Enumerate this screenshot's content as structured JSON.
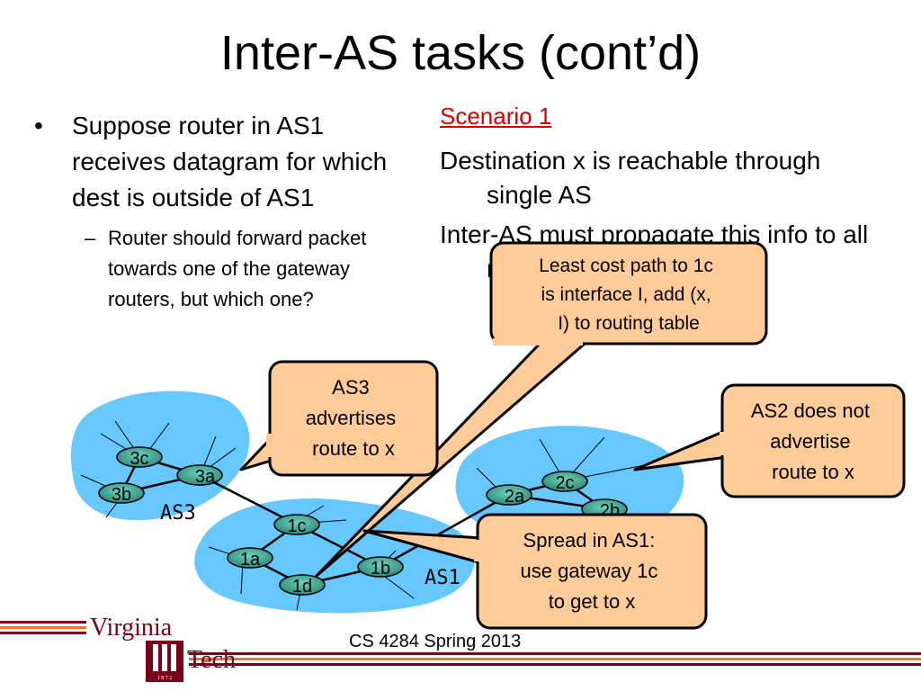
{
  "slide": {
    "title": "Inter-AS tasks (cont’d)",
    "bullet_main": "Suppose router in AS1 receives datagram for which dest is outside of AS1",
    "bullet_sub": "Router should forward packet towards one of the gateway routers, but which one?",
    "scenario_label": "Scenario 1",
    "scenario_line1": "Destination x is reachable through single AS",
    "scenario_line2": "Inter-AS must propagate this info to all routers in AS1",
    "bullet_mark": "•",
    "dash_mark": "–"
  },
  "diagram": {
    "as_labels": {
      "as3": "AS3",
      "as1": "AS1"
    },
    "routers": {
      "r3c": "3c",
      "r3a": "3a",
      "r3b": "3b",
      "r1c": "1c",
      "r1a": "1a",
      "r1b": "1b",
      "r1d": "1d",
      "r2a": "2a",
      "r2c": "2c",
      "r2b": "2b"
    },
    "callouts": {
      "least_cost": [
        "Least cost path to 1c",
        "is interface I, add (x,",
        "I) to routing table"
      ],
      "as3_adv": [
        "AS3",
        "advertises",
        "route to x"
      ],
      "as2_no": [
        "AS2 does not",
        "advertise",
        "route to x"
      ],
      "spread": [
        "Spread in AS1:",
        "use gateway 1c",
        "to get to x"
      ]
    }
  },
  "footer": {
    "course": "CS 4284 Spring 2013",
    "logo_line1": "Virginia",
    "logo_line2": "Tech",
    "logo_year": "1 8 7 2"
  },
  "colors": {
    "cloud": "#66c8ff",
    "callout_fill": "#ffcc99",
    "router_fill": "#3a9a8a",
    "scenario": "#d40000",
    "maroon": "#7a0019"
  }
}
